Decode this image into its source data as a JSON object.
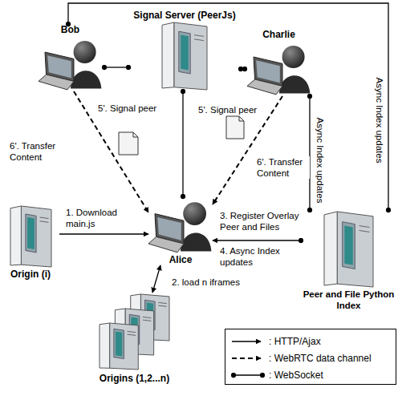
{
  "diagram": {
    "nodes": [
      {
        "text": [
          "Signal Server (PeerJs)"
        ]
      },
      {
        "text": [
          "Bob"
        ]
      },
      {
        "text": [
          "Charlie"
        ]
      },
      {
        "text": [
          "Origin (i)"
        ]
      },
      {
        "text": [
          "Alice"
        ]
      },
      {
        "text": [
          "Peer and File Python Index"
        ]
      },
      {
        "text": [
          "Origins (1,2...n)"
        ]
      }
    ],
    "edges": [
      {
        "from": 1,
        "to": 0,
        "arrow": "none",
        "label": "5'. Signal peer"
      },
      {
        "from": 2,
        "to": 0,
        "arrow": "none",
        "label": "5'. Signal peer"
      },
      {
        "from": 0,
        "to": 4,
        "arrow": "none"
      },
      {
        "from": 1,
        "to": 4,
        "arrow": "to",
        "label": "6'. Transfer Content"
      },
      {
        "from": 2,
        "to": 4,
        "arrow": "to",
        "label": "6'. Transfer Content"
      },
      {
        "from": 3,
        "to": 4,
        "arrow": "to",
        "label": "1. Download main.js"
      },
      {
        "from": 4,
        "to": 6,
        "arrow": "both",
        "label": "2. load n iframes"
      },
      {
        "from": 5,
        "to": 4,
        "arrow": "to",
        "label": "3. Register Overlay Peer and Files"
      },
      {
        "from": 2,
        "to": 5,
        "arrow": "none",
        "label": "Async Index updates"
      },
      {
        "from": 1,
        "to": 5,
        "arrow": "none",
        "label": "Async Index updates"
      }
    ],
    "labels": [
      "4. Async Index updates"
    ],
    "legend": [
      {
        "text": ": HTTP/Ajax"
      },
      {
        "text": ": WebRTC data channel"
      },
      {
        "text": ": WebSocket"
      }
    ]
  }
}
